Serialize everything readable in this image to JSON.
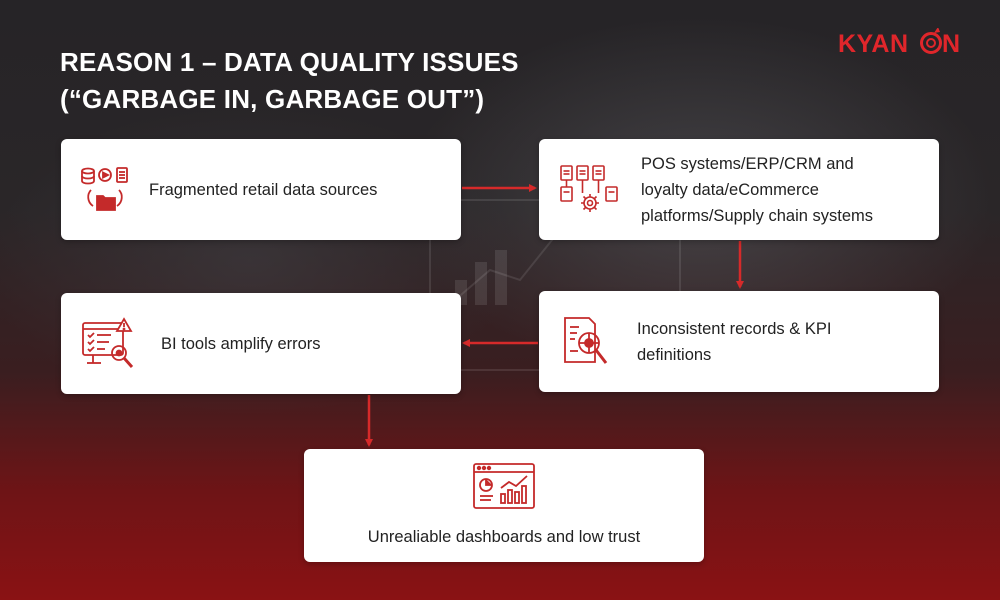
{
  "title": "REASON 1 – DATA QUALITY ISSUES\n(“GARBAGE IN, GARBAGE OUT”)",
  "logo": {
    "text": "KYANON",
    "icon": "target-o-icon",
    "color": "#e0262b"
  },
  "colors": {
    "accent": "#d62a2a",
    "box": "#ffffff",
    "text": "#222222"
  },
  "nodes": [
    {
      "id": "fragmented",
      "label": "Fragmented retail data sources",
      "icon": "database-files-folder-icon"
    },
    {
      "id": "sources",
      "label": "POS systems/ERP/CRM and loyalty data/eCommerce platforms/Supply chain systems",
      "icon": "documents-gear-icon"
    },
    {
      "id": "inconsistent",
      "label": "Inconsistent records & KPI definitions",
      "icon": "document-magnifier-icon"
    },
    {
      "id": "bi-tools",
      "label": "BI tools amplify errors",
      "icon": "checklist-warning-icon"
    },
    {
      "id": "dashboards",
      "label": "Unrealiable dashboards and low trust",
      "icon": "dashboard-chart-icon"
    }
  ],
  "edges": [
    {
      "from": "fragmented",
      "to": "sources"
    },
    {
      "from": "sources",
      "to": "inconsistent"
    },
    {
      "from": "inconsistent",
      "to": "bi-tools"
    },
    {
      "from": "bi-tools",
      "to": "dashboards"
    }
  ]
}
